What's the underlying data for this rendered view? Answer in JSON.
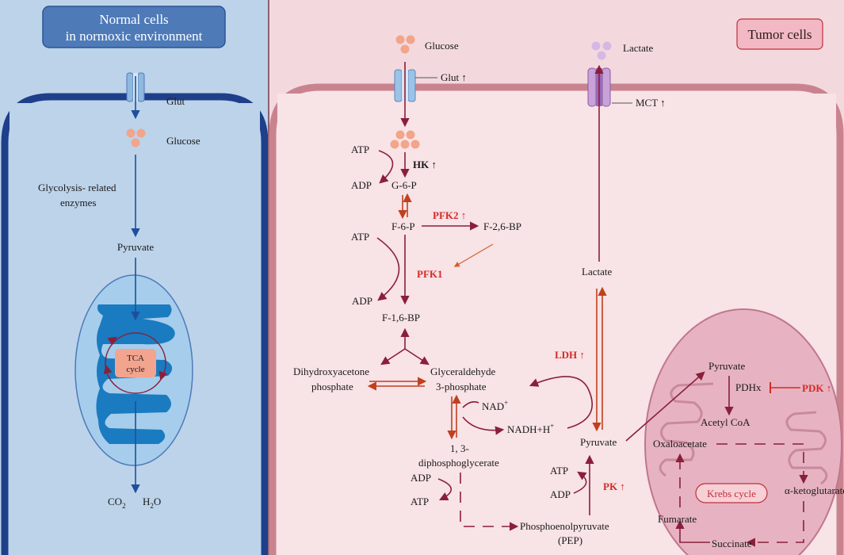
{
  "normal_panel": {
    "title_line1": "Normal cells",
    "title_line2": "in normoxic environment",
    "glut": "Glut",
    "glucose": "Glucose",
    "enzymes_line1": "Glycolysis- related",
    "enzymes_line2": "enzymes",
    "pyruvate": "Pyruvate",
    "tca_line1": "TCA",
    "tca_line2": "cycle",
    "co2": "CO",
    "co2_sub": "2",
    "h2o": "H",
    "h2o_sub": "2",
    "h2o_o": "O"
  },
  "tumor_panel": {
    "title": "Tumor cells",
    "glucose": "Glucose",
    "glut": "Glut ↑",
    "lactate_out": "Lactate",
    "mct": "MCT ↑",
    "atp1": "ATP",
    "adp1": "ADP",
    "hk": "HK ↑",
    "g6p": "G-6-P",
    "f6p": "F-6-P",
    "pfk2": "PFK2 ↑",
    "f26bp": "F-2,6-BP",
    "pfk1": "PFK1",
    "atp2": "ATP",
    "adp2": "ADP",
    "f16bp": "F-1,6-BP",
    "dhap_line1": "Dihydroxyacetone",
    "dhap_line2": "phosphate",
    "gap_line1": "Glyceraldehyde",
    "gap_line2": "3-phosphate",
    "nad": "NAD",
    "nad_sup": "+",
    "nadh": "NADH+H",
    "nadh_sup": "+",
    "ldh": "LDH ↑",
    "lactate_in": "Lactate",
    "bpg_line1": "1, 3-",
    "bpg_line2": "diphosphoglycerate",
    "adp3": "ADP",
    "atp3": "ATP",
    "pep_line1": "Phosphoenolpyruvate",
    "pep_line2": "(PEP)",
    "atp4": "ATP",
    "adp4": "ADP",
    "pk": "PK ↑",
    "pyruvate_cyto": "Pyruvate",
    "pyruvate_mito": "Pyruvate",
    "pdhx": "PDHx",
    "pdk": "PDK ↑",
    "acetyl_coa": "Acetyl CoA",
    "oxaloacetate": "Oxaloacetate",
    "krebs": "Krebs cycle",
    "akg": "α-ketoglutarate",
    "fumarate": "Fumarate",
    "succinate": "Succinate"
  },
  "colors": {
    "normal_bg": "#bcd3ea",
    "tumor_bg": "#f6dde2",
    "pathway_arrow": "#8a1f3b",
    "enzyme_red": "#d42a26",
    "normal_arrow": "#1f4f9c"
  }
}
